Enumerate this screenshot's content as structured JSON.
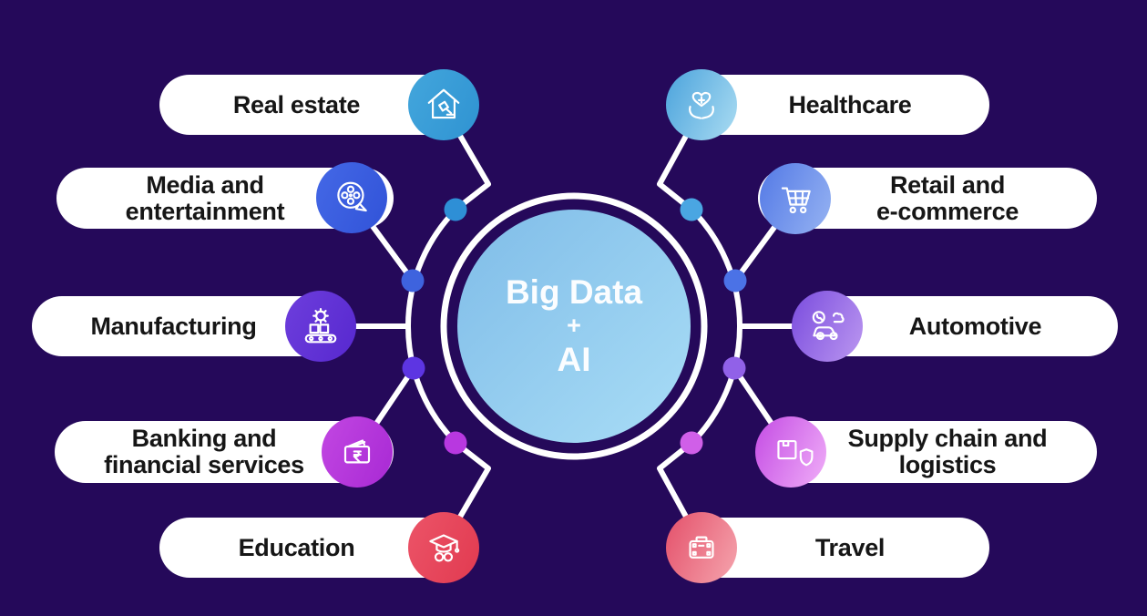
{
  "title": "Big Data + AI industry applications diagram",
  "background_color": "#25095a",
  "center": {
    "line1": "Big Data",
    "line2": "+",
    "line3": "AI",
    "circle_gradient_from": "#7fbce8",
    "circle_gradient_to": "#a9ddf6",
    "ring_color": "#ffffff"
  },
  "industries": [
    {
      "label": "Real estate",
      "lines": [
        "Real estate"
      ],
      "side": "left",
      "icon": "house-gavel-icon",
      "circle_from": "#43a6dc",
      "circle_to": "#2f93d2"
    },
    {
      "label": "Media and entertainment",
      "lines": [
        "Media and",
        "entertainment"
      ],
      "side": "left",
      "icon": "film-reel-icon",
      "circle_from": "#4468e6",
      "circle_to": "#3153d8"
    },
    {
      "label": "Manufacturing",
      "lines": [
        "Manufacturing"
      ],
      "side": "left",
      "icon": "factory-conveyor-icon",
      "circle_from": "#6d3edc",
      "circle_to": "#5728cf"
    },
    {
      "label": "Banking and financial services",
      "lines": [
        "Banking and",
        "financial services"
      ],
      "side": "left",
      "icon": "wallet-rupee-icon",
      "circle_from": "#c247e2",
      "circle_to": "#a829d4"
    },
    {
      "label": "Education",
      "lines": [
        "Education"
      ],
      "side": "left",
      "icon": "graduation-cap-icon",
      "circle_from": "#ec5468",
      "circle_to": "#e13a50"
    },
    {
      "label": "Healthcare",
      "lines": [
        "Healthcare"
      ],
      "side": "right",
      "icon": "heart-hands-icon",
      "circle_from": "#4ba3dc",
      "circle_to": "#aadcf2"
    },
    {
      "label": "Retail and e-commerce",
      "lines": [
        "Retail and",
        "e-commerce"
      ],
      "side": "right",
      "icon": "shopping-cart-icon",
      "circle_from": "#5379e6",
      "circle_to": "#96b3f2"
    },
    {
      "label": "Automotive",
      "lines": [
        "Automotive"
      ],
      "side": "right",
      "icon": "car-service-icon",
      "circle_from": "#7a4cde",
      "circle_to": "#bb97f0"
    },
    {
      "label": "Supply chain and logistics",
      "lines": [
        "Supply chain and",
        "logistics"
      ],
      "side": "right",
      "icon": "box-shield-icon",
      "circle_from": "#c44ce4",
      "circle_to": "#f0aef8"
    },
    {
      "label": "Travel",
      "lines": [
        "Travel"
      ],
      "side": "right",
      "icon": "suitcase-icon",
      "circle_from": "#e4506a",
      "circle_to": "#f5a5ae"
    }
  ],
  "ring_dots": [
    {
      "position": "upper-left",
      "color": "#2e8fd6"
    },
    {
      "position": "left",
      "color": "#3e63de"
    },
    {
      "position": "lower-left",
      "color": "#5d35e2"
    },
    {
      "position": "bottom-left",
      "color": "#b838e0"
    },
    {
      "position": "upper-right",
      "color": "#4aa6e2"
    },
    {
      "position": "right",
      "color": "#4b72e6"
    },
    {
      "position": "lower-right",
      "color": "#9161e8"
    },
    {
      "position": "bottom-right",
      "color": "#d05fe8"
    }
  ]
}
